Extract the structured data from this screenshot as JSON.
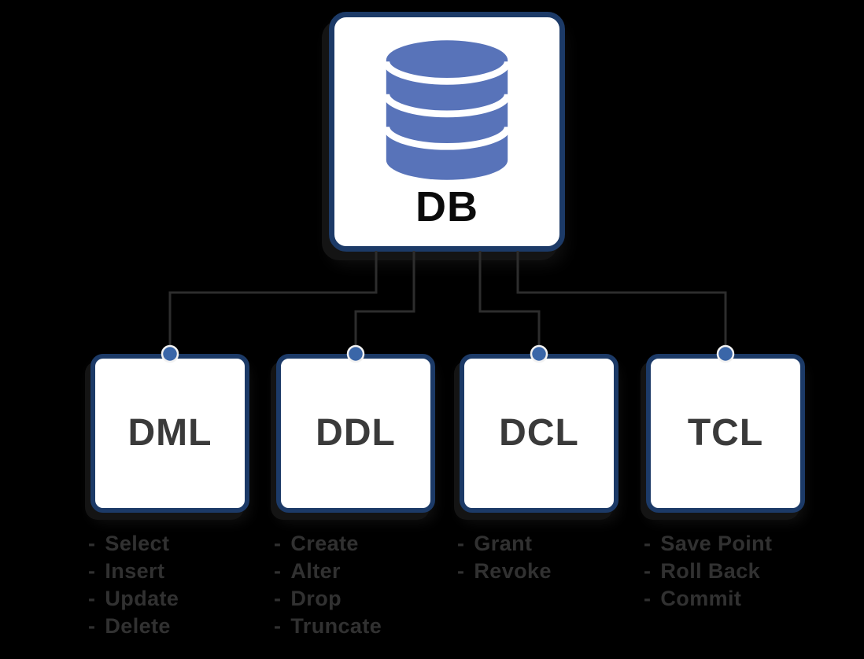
{
  "background_color": "#000000",
  "bullet": "-",
  "root": {
    "label": "DB",
    "icon": "database-cylinder-icon"
  },
  "groups": [
    {
      "label": "DML",
      "items": [
        "Select",
        "Insert",
        "Update",
        "Delete"
      ]
    },
    {
      "label": "DDL",
      "items": [
        "Create",
        "Alter",
        "Drop",
        "Truncate"
      ]
    },
    {
      "label": "DCL",
      "items": [
        "Grant",
        "Revoke"
      ]
    },
    {
      "label": "TCL",
      "items": [
        "Save Point",
        "Roll Back",
        "Commit"
      ]
    }
  ],
  "colors": {
    "box_border": "#1c3a67",
    "box_fill": "#ffffff",
    "cylinder_blue": "#5873b9",
    "dot_blue": "#3a66a8",
    "connector_line": "#2d2d2d",
    "db_label_text": "#0b0b0b",
    "node_label_text": "#3a3a3a",
    "list_text": "#313131"
  }
}
